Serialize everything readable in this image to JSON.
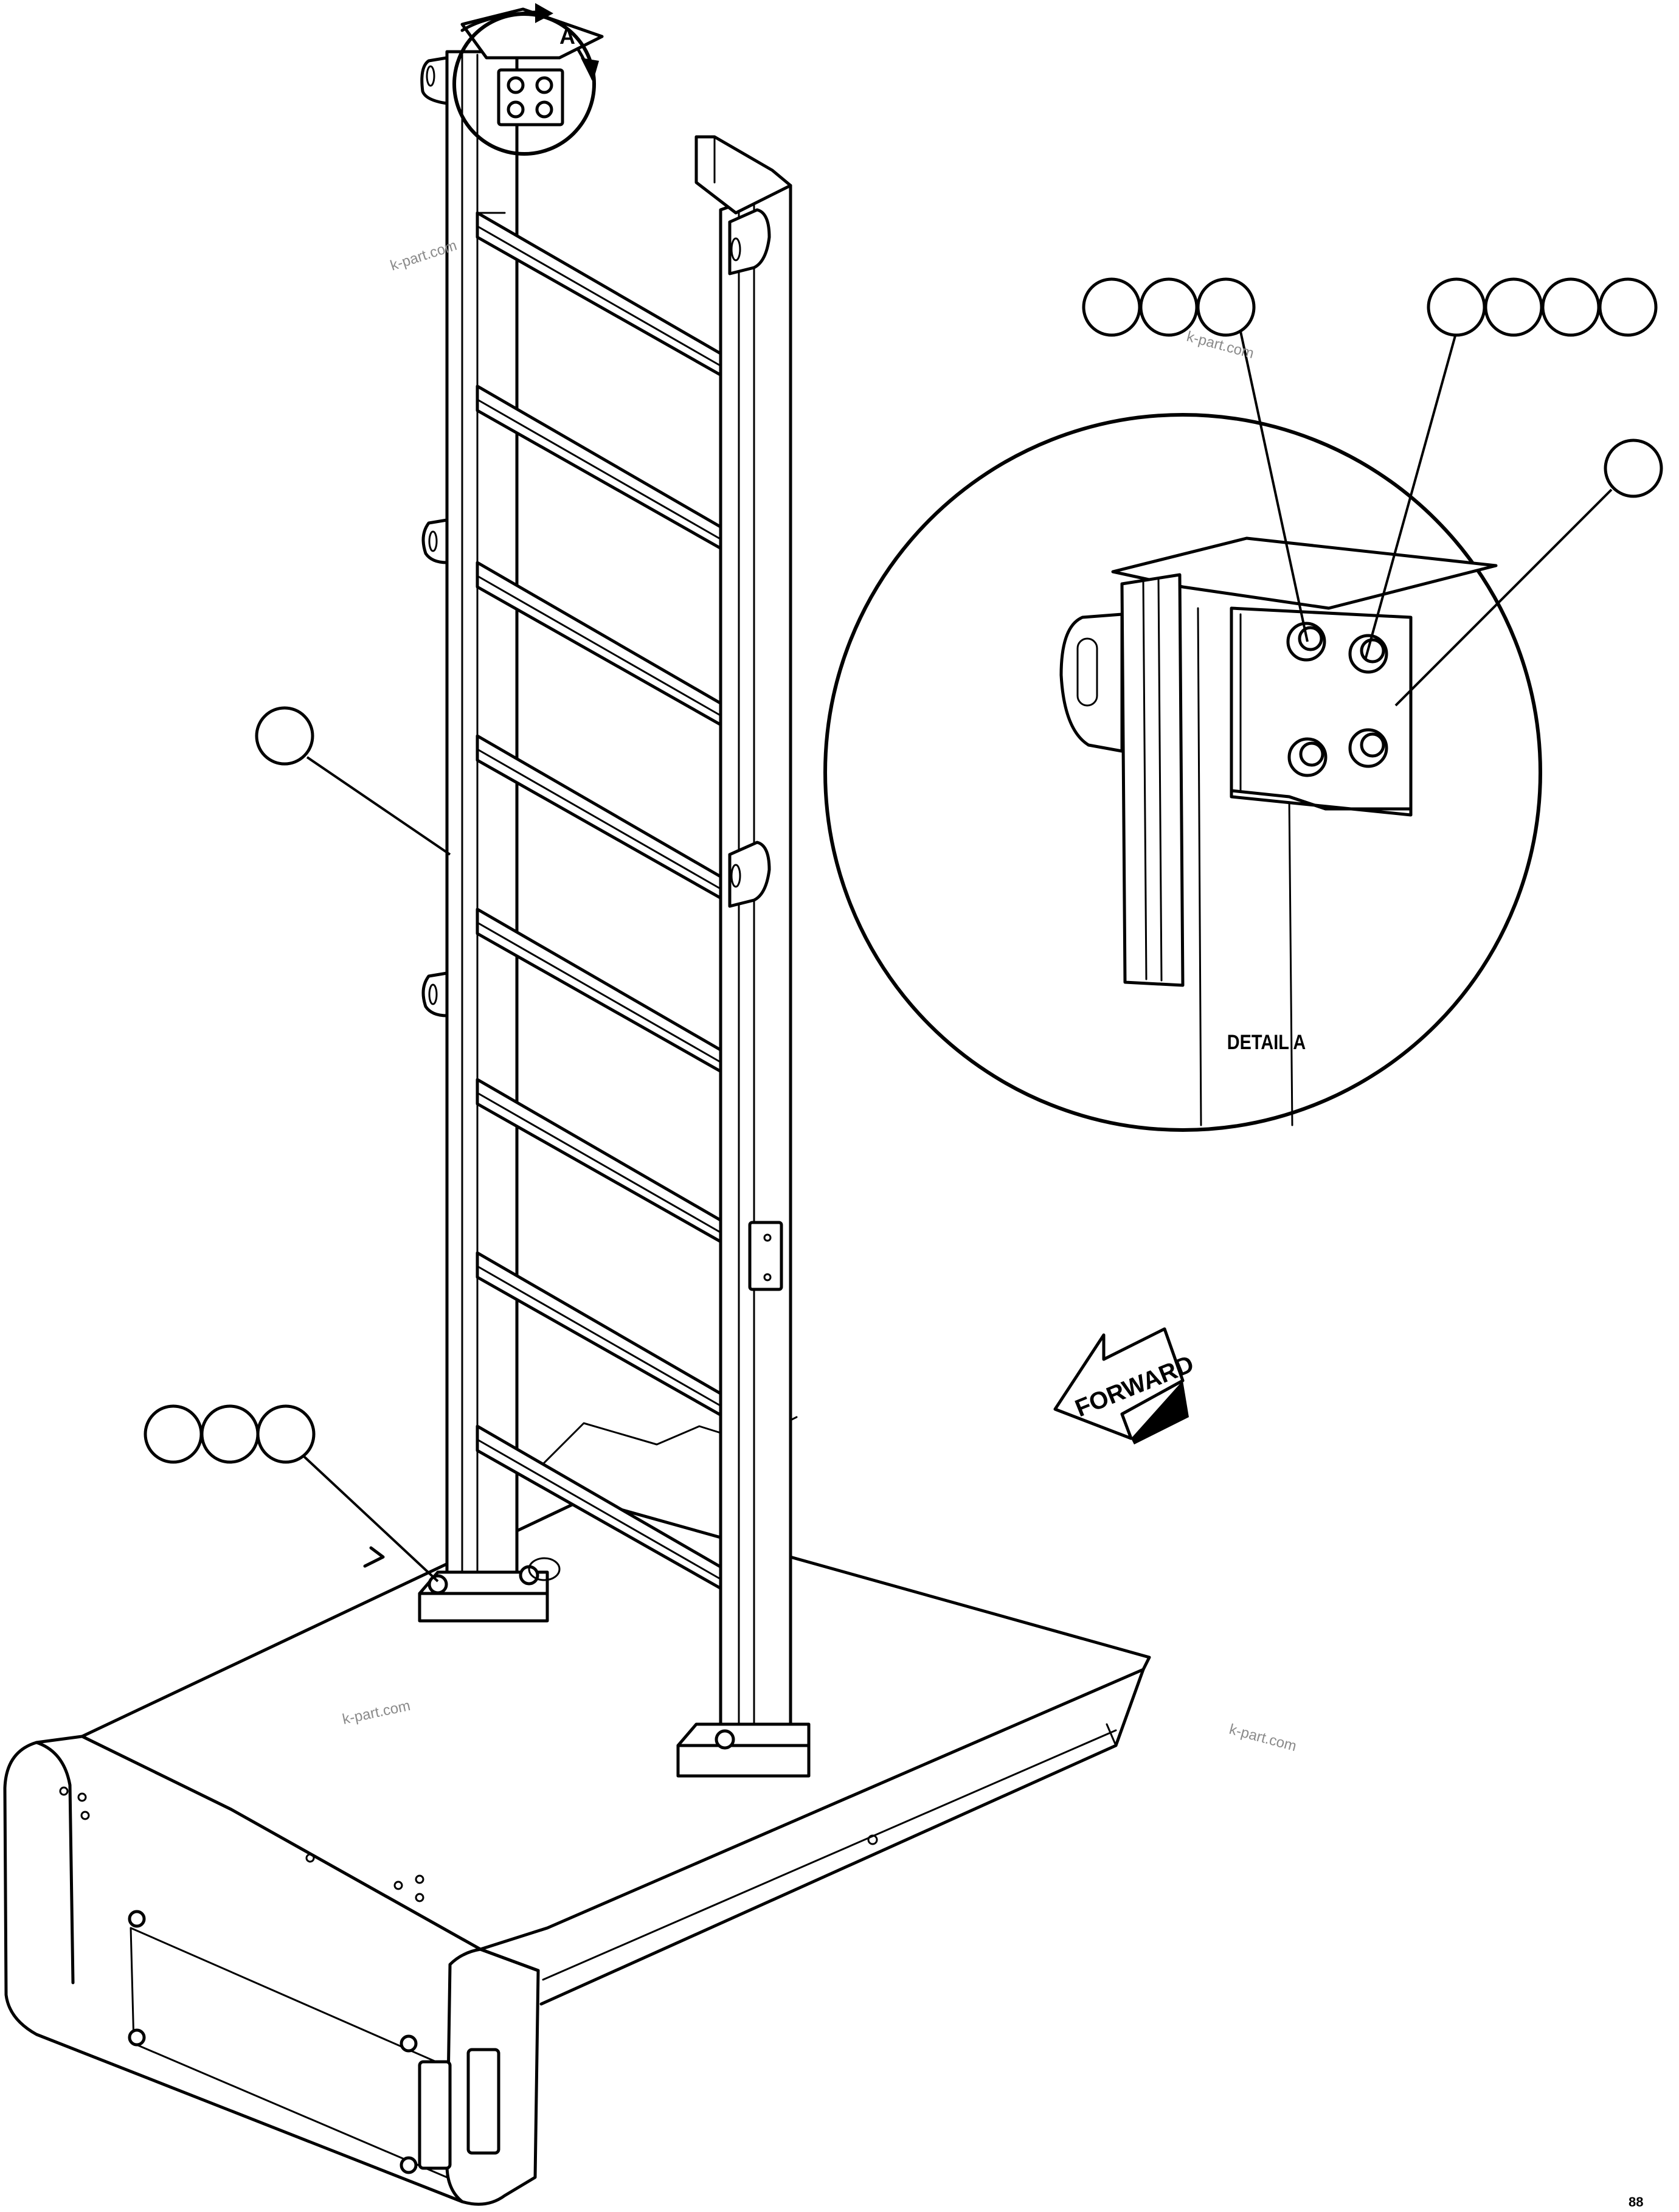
{
  "labels": {
    "section_marker": "A",
    "detail_caption": "DETAIL A",
    "direction_arrow": "FORWARD",
    "corner_code": "88"
  },
  "watermarks": [
    "k-part.com",
    "k-part.com",
    "k-part.com",
    "k-part.com"
  ],
  "callout_groups": [
    {
      "name": "callout-group-top-left-detail",
      "bubble_count": 3
    },
    {
      "name": "callout-group-top-right-detail",
      "bubble_count": 4
    },
    {
      "name": "callout-single-bracket-plate",
      "bubble_count": 1
    },
    {
      "name": "callout-single-ladder-rail",
      "bubble_count": 1
    },
    {
      "name": "callout-group-base-bolts",
      "bubble_count": 3
    }
  ]
}
